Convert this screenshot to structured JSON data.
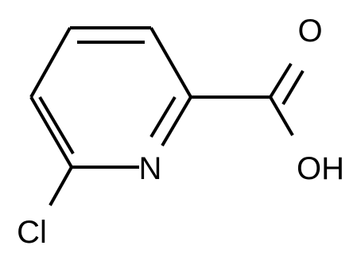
{
  "molecule": {
    "atoms": {
      "nitrogen": "N",
      "chlorine": "Cl",
      "carbonyl_oxygen": "O",
      "hydroxyl": "OH"
    },
    "colors": {
      "bond": "#000000",
      "label": "#000000",
      "background": "#ffffff"
    }
  }
}
